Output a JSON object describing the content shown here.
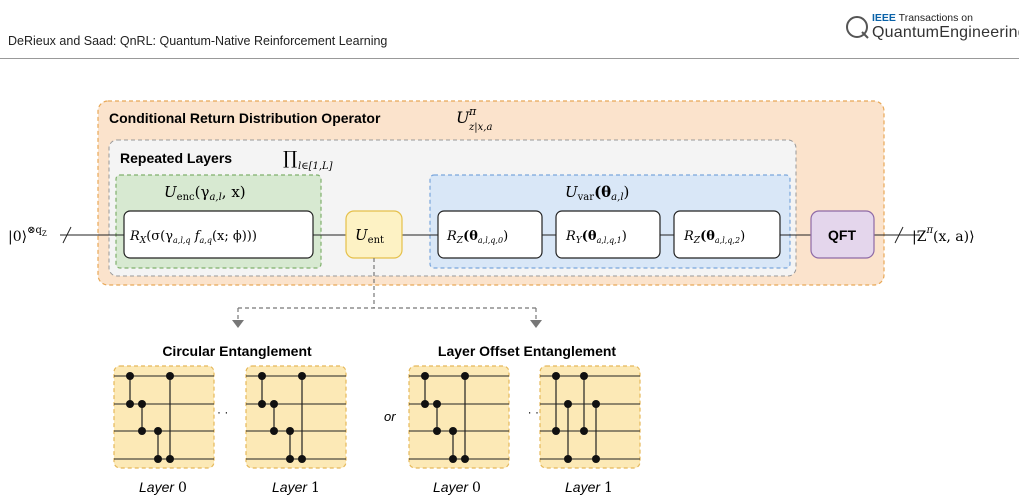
{
  "header": {
    "running_title": "DeRieux and Saad: QnRL: Quantum-Native Reinforcement Learning",
    "journal_brand": "IEEE",
    "journal_line1": "Transactions on",
    "journal_line2": "QuantumEngineering"
  },
  "diagram": {
    "outer_box_title": "Conditional Return Distribution Operator",
    "outer_box_symbol": "U",
    "outer_box_sup": "π",
    "outer_box_sub": "z|x,a",
    "repeated_title": "Repeated Layers",
    "repeated_symbol": "∏",
    "repeated_sub": "l∈[1,L]",
    "input_state": "|0⟩",
    "input_sup": "⊗q",
    "input_sup_sub": "Z",
    "enc_title": "U",
    "enc_title_sub": "enc",
    "enc_title_args": "(γ",
    "enc_title_args_sub": "a,l",
    "enc_title_args_end": ", x)",
    "enc_gate": "R",
    "enc_gate_sub": "X",
    "enc_gate_body": "(σ(γ",
    "enc_gate_body_sub": "a,l,q",
    "enc_gate_f": " f",
    "enc_gate_f_sub": "a,q",
    "enc_gate_end": "(x; ϕ)))",
    "ent_gate": "U",
    "ent_gate_sub": "ent",
    "var_title": "U",
    "var_title_sub": "var",
    "var_title_args": "(θ",
    "var_title_args_sub": "a,l",
    "var_title_end": ")",
    "var_gates": [
      {
        "op": "R",
        "axis": "Z",
        "arg": "(θ",
        "arg_sub": "a,l,q,0",
        "end": ")"
      },
      {
        "op": "R",
        "axis": "Y",
        "arg": "(θ",
        "arg_sub": "a,l,q,1",
        "end": ")"
      },
      {
        "op": "R",
        "axis": "Z",
        "arg": "(θ",
        "arg_sub": "a,l,q,2",
        "end": ")"
      }
    ],
    "qft_label": "QFT",
    "output_state": "|Z",
    "output_sup": "π",
    "output_end": "(x, a)⟩",
    "circular_title": "Circular Entanglement",
    "offset_title": "Layer Offset Entanglement",
    "or_label": "or",
    "ellipsis": "· · ·",
    "layer_word": "Layer",
    "layer_labels": [
      "0",
      "1",
      "0",
      "1"
    ],
    "colors": {
      "outer_fill": "#fbe3cc",
      "outer_stroke": "#e8a857",
      "repeated_fill": "#f4f4f4",
      "enc_fill": "#d7e9d1",
      "enc_stroke": "#7fb06c",
      "var_fill": "#d9e7f7",
      "var_stroke": "#7aa6dc",
      "ent_fill": "#fdf2c4",
      "ent_stroke": "#e5c04a",
      "qft_fill": "#e4d6ec",
      "qft_stroke": "#8e6aa6",
      "layer_fill": "#fce9b6",
      "layer_stroke": "#e5b85a"
    }
  }
}
